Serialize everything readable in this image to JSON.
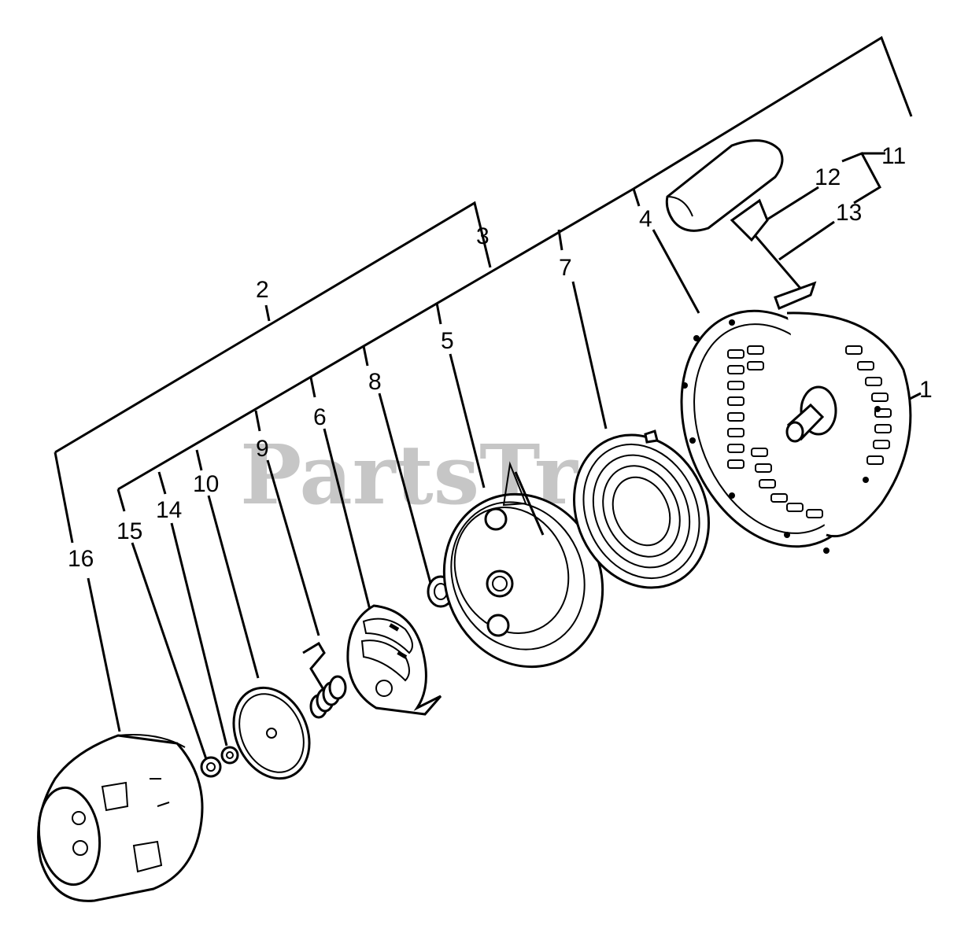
{
  "watermark": "PartsTree",
  "callouts": [
    "1",
    "2",
    "3",
    "4",
    "5",
    "6",
    "7",
    "8",
    "9",
    "10",
    "11",
    "12",
    "13",
    "14",
    "15",
    "16"
  ],
  "parts": [
    {
      "id": "1",
      "name": "starter-housing-shaft"
    },
    {
      "id": "4",
      "name": "housing-assembly"
    },
    {
      "id": "5",
      "name": "rope-pulley"
    },
    {
      "id": "6",
      "name": "pawl-plate"
    },
    {
      "id": "7",
      "name": "recoil-spring"
    },
    {
      "id": "8",
      "name": "washer"
    },
    {
      "id": "9",
      "name": "pawl-spring"
    },
    {
      "id": "10",
      "name": "retainer-plate"
    },
    {
      "id": "11",
      "name": "handle-rope-assembly"
    },
    {
      "id": "12",
      "name": "handle"
    },
    {
      "id": "13",
      "name": "rope"
    },
    {
      "id": "14",
      "name": "retaining-ring"
    },
    {
      "id": "15",
      "name": "nut"
    },
    {
      "id": "16",
      "name": "starter-cup"
    }
  ]
}
